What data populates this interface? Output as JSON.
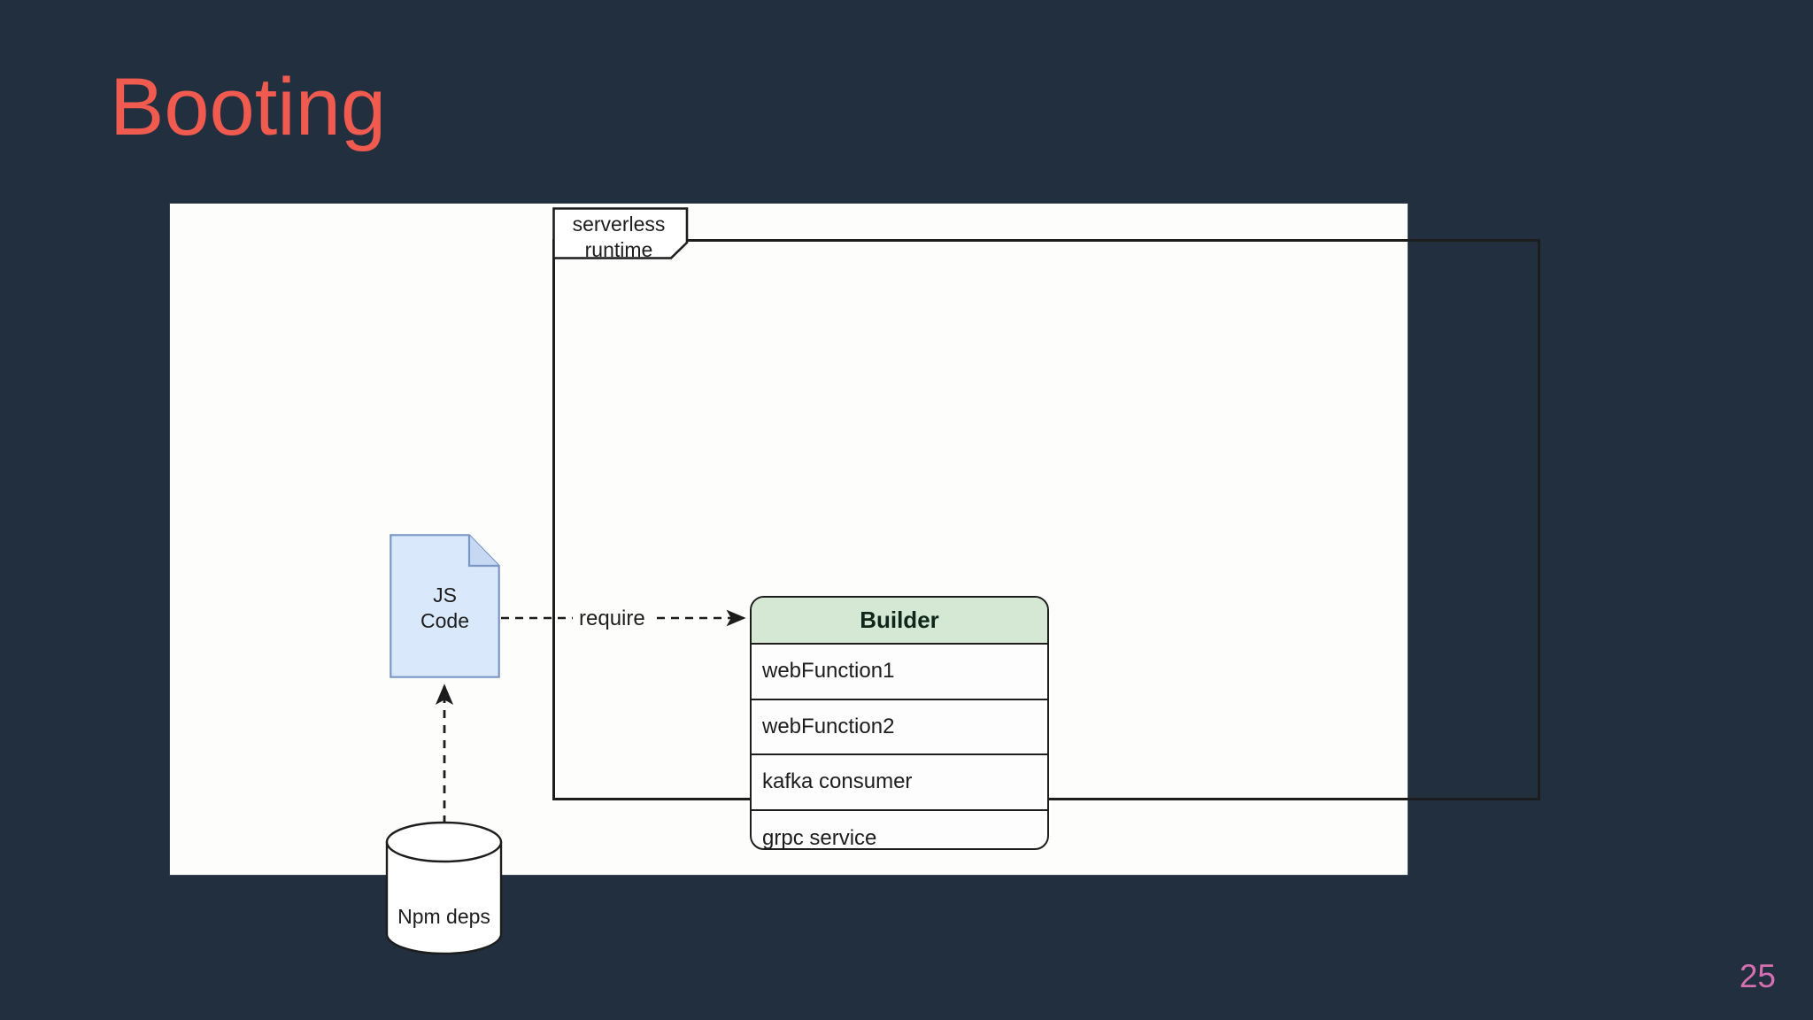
{
  "slide": {
    "title": "Booting",
    "page_number": "25",
    "background_color": "#222f3e",
    "title_color": "#f05a4f",
    "page_number_color": "#d46fb0",
    "panel_background": "#fdfdfc"
  },
  "diagram": {
    "container": {
      "label": "serverless\nruntime",
      "label_line1": "serverless",
      "label_line2": "runtime"
    },
    "builder": {
      "header": "Builder",
      "header_color": "#d5e8d4",
      "rows": [
        {
          "label": "webFunction1"
        },
        {
          "label": "webFunction2"
        },
        {
          "label": "kafka consumer"
        },
        {
          "label": "grpc service"
        }
      ]
    },
    "js_code": {
      "label": "JS\nCode",
      "line1": "JS",
      "line2": "Code",
      "fill_color": "#dae8fc",
      "stroke_color": "#7a96c4"
    },
    "npm_deps": {
      "label": "Npm deps",
      "fill_color": "#ffffff",
      "stroke_color": "#1d1d1d"
    },
    "edges": [
      {
        "name": "require-edge",
        "label": "require",
        "from": "js-code",
        "to": "builder",
        "style": "dashed"
      },
      {
        "name": "npm-to-js-edge",
        "label": "",
        "from": "npm-deps",
        "to": "js-code",
        "style": "dashed"
      }
    ],
    "require_label": "require"
  }
}
